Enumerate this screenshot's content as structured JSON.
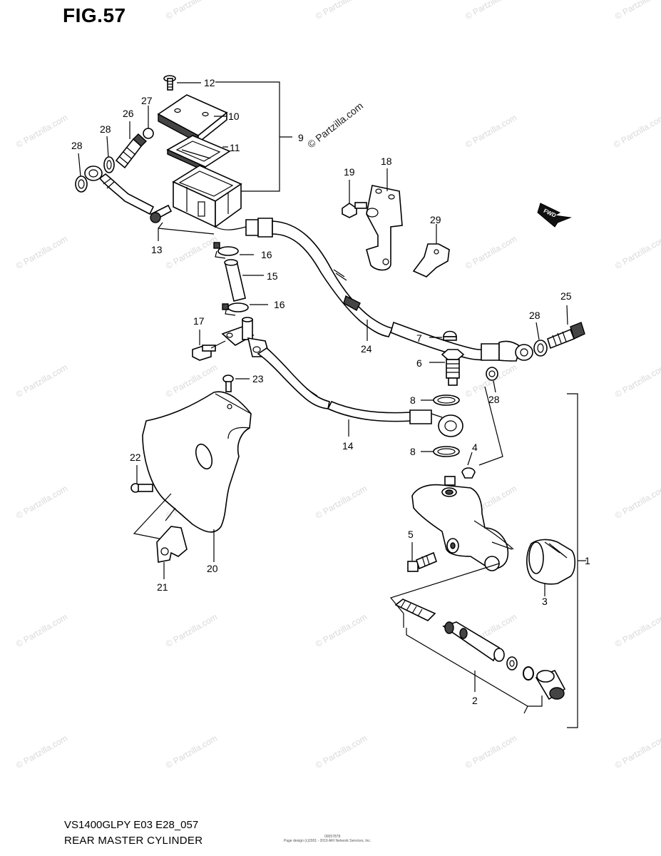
{
  "figure": {
    "title": "FIG.57",
    "model_code": "VS1400GLPY E03 E28_057",
    "diagram_name": "REAR MASTER CYLINDER",
    "watermark": "© Partzilla.com",
    "credit_line_1": "00057878",
    "credit_line_2": "Page design (c)2001 - 2019 ARI Network Services, Inc."
  },
  "callouts": [
    {
      "id": "c1",
      "label": "1"
    },
    {
      "id": "c2",
      "label": "2"
    },
    {
      "id": "c3",
      "label": "3"
    },
    {
      "id": "c4",
      "label": "4"
    },
    {
      "id": "c5",
      "label": "5"
    },
    {
      "id": "c6",
      "label": "6"
    },
    {
      "id": "c7",
      "label": "7"
    },
    {
      "id": "c8a",
      "label": "8"
    },
    {
      "id": "c8b",
      "label": "8"
    },
    {
      "id": "c9",
      "label": "9"
    },
    {
      "id": "c10",
      "label": "10"
    },
    {
      "id": "c11",
      "label": "11"
    },
    {
      "id": "c12",
      "label": "12"
    },
    {
      "id": "c13",
      "label": "13"
    },
    {
      "id": "c14",
      "label": "14"
    },
    {
      "id": "c15",
      "label": "15"
    },
    {
      "id": "c16a",
      "label": "16"
    },
    {
      "id": "c16b",
      "label": "16"
    },
    {
      "id": "c17",
      "label": "17"
    },
    {
      "id": "c18",
      "label": "18"
    },
    {
      "id": "c19",
      "label": "19"
    },
    {
      "id": "c20",
      "label": "20"
    },
    {
      "id": "c21",
      "label": "21"
    },
    {
      "id": "c22",
      "label": "22"
    },
    {
      "id": "c23",
      "label": "23"
    },
    {
      "id": "c24",
      "label": "24"
    },
    {
      "id": "c25",
      "label": "25"
    },
    {
      "id": "c26",
      "label": "26"
    },
    {
      "id": "c27",
      "label": "27"
    },
    {
      "id": "c28a",
      "label": "28"
    },
    {
      "id": "c28b",
      "label": "28"
    },
    {
      "id": "c28c",
      "label": "28"
    },
    {
      "id": "c28d",
      "label": "28"
    },
    {
      "id": "c29",
      "label": "29"
    }
  ],
  "fwd_arrow": {
    "label": "FWD"
  },
  "icons": [
    "fwd-arrow-icon"
  ]
}
